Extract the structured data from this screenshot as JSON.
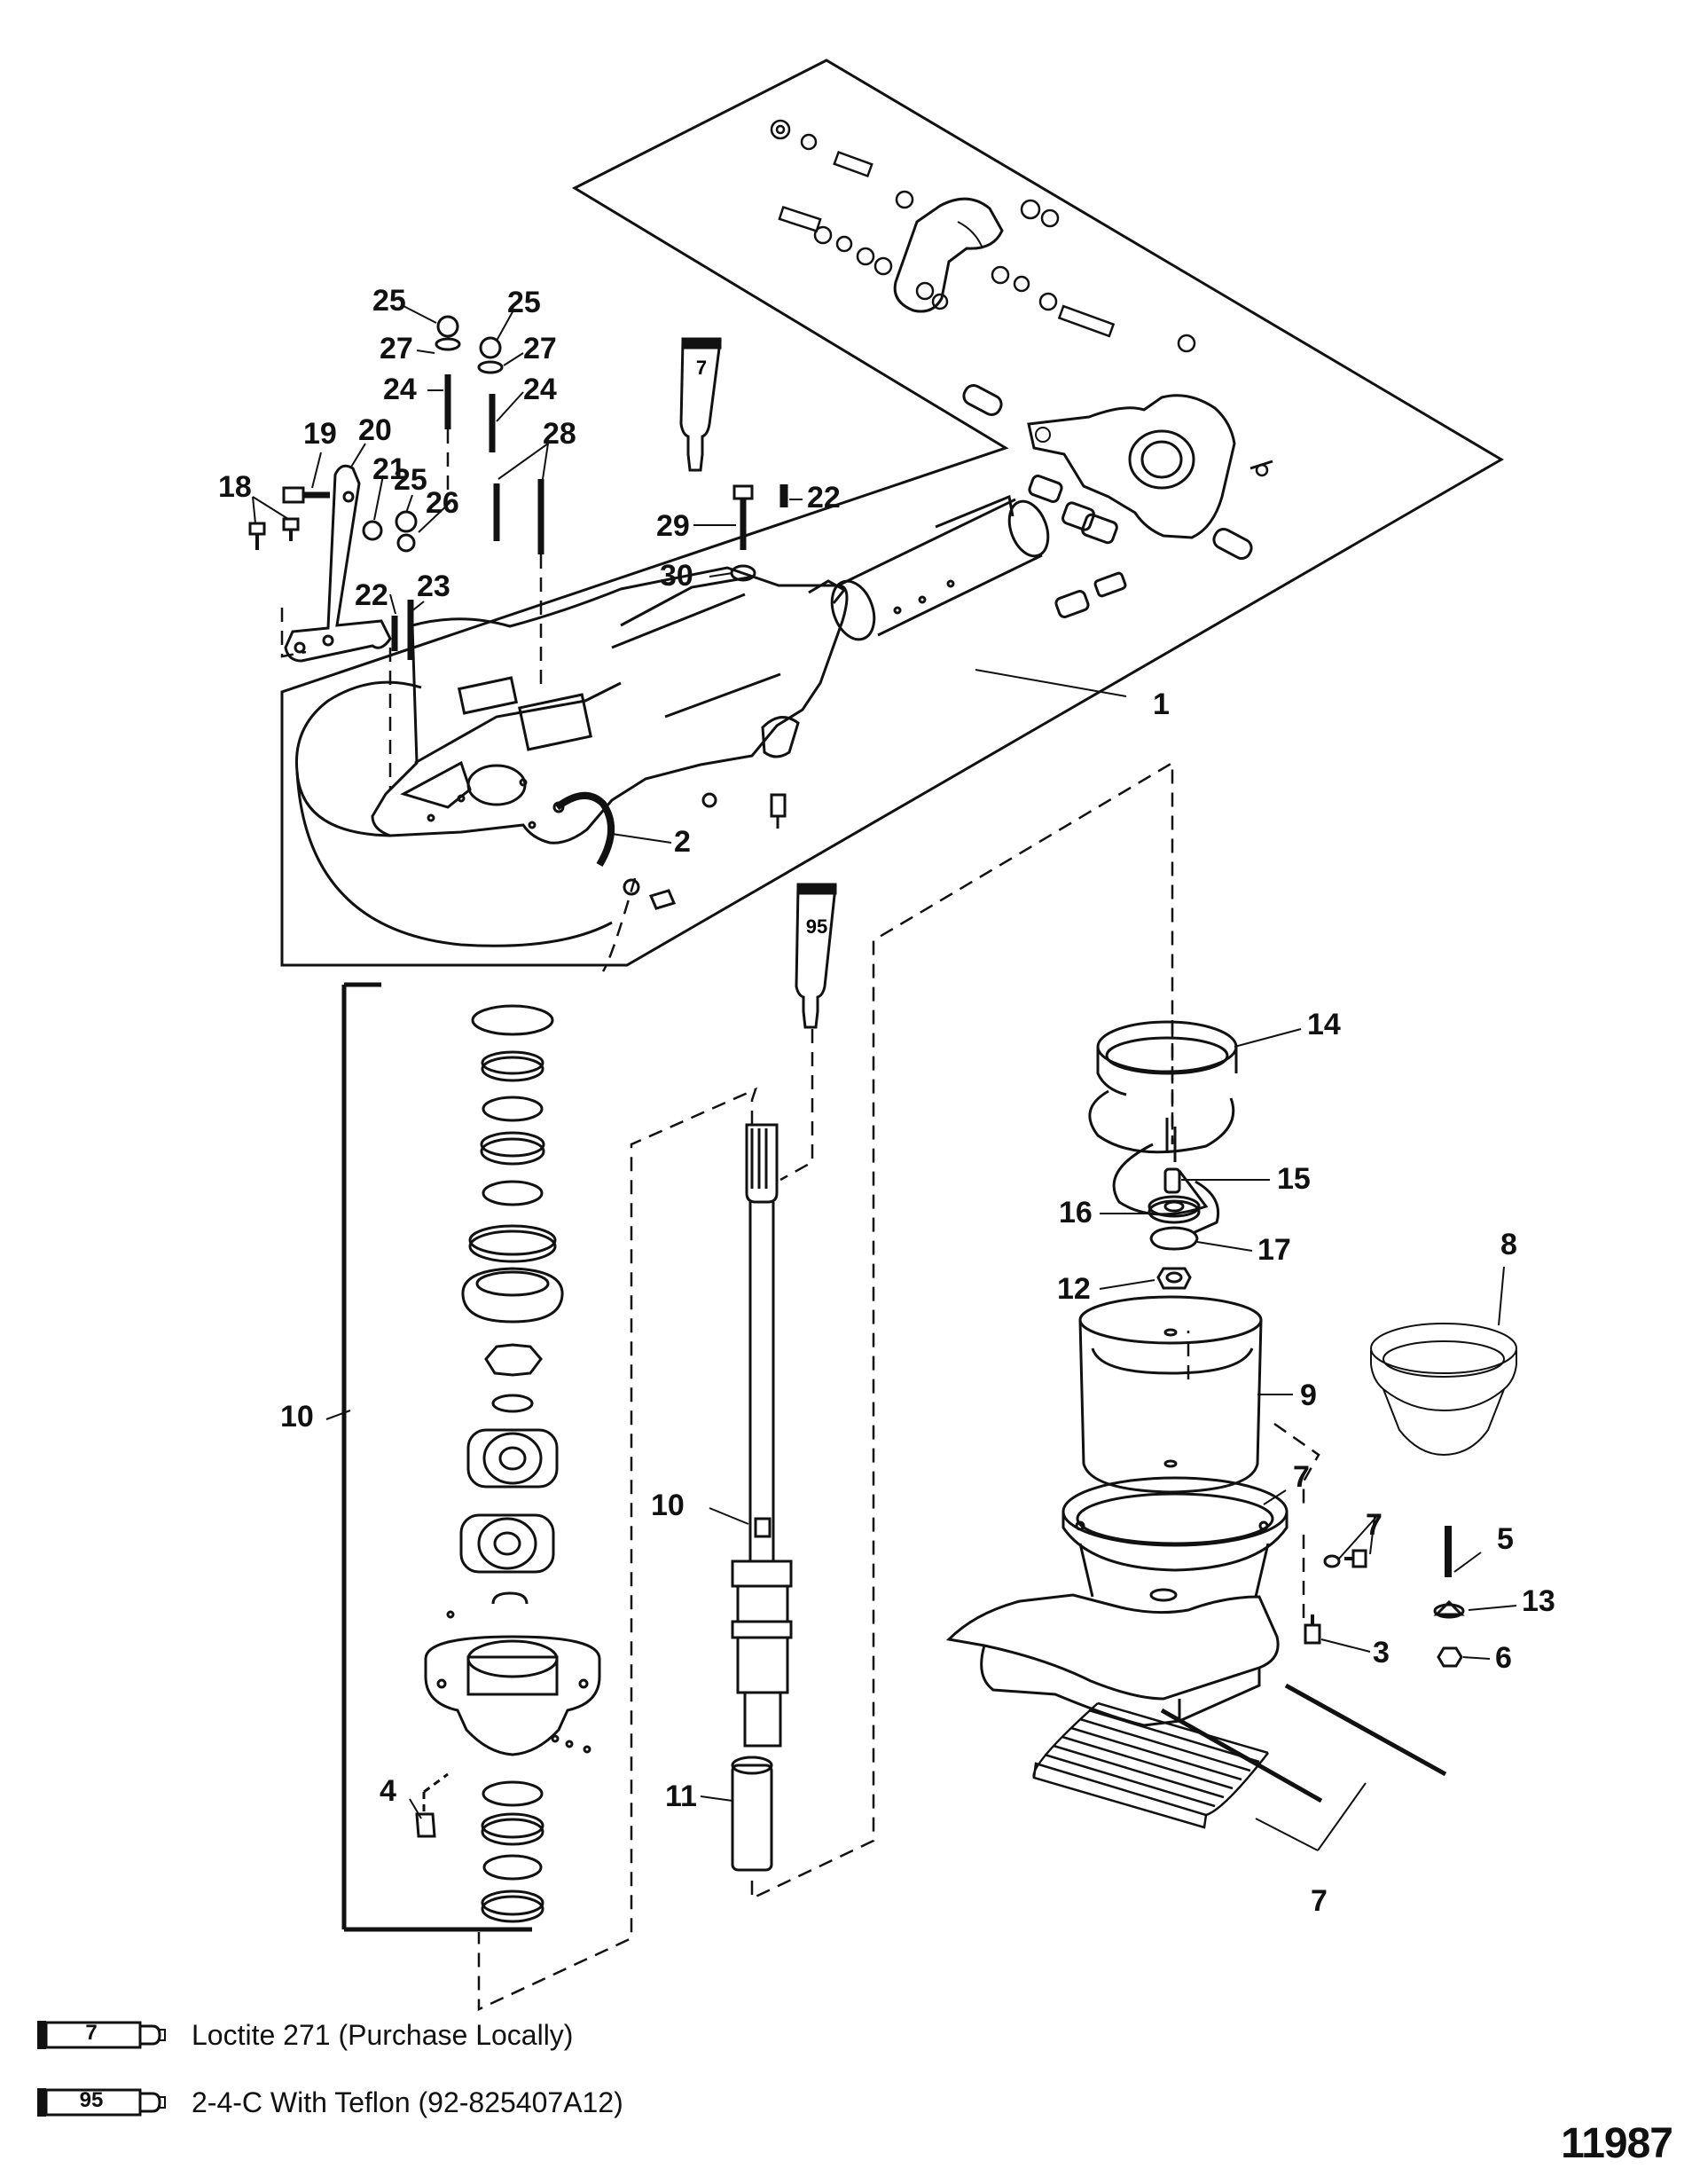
{
  "callouts": [
    {
      "id": "1",
      "label": "1"
    },
    {
      "id": "2",
      "label": "2"
    },
    {
      "id": "3",
      "label": "3"
    },
    {
      "id": "4",
      "label": "4"
    },
    {
      "id": "5",
      "label": "5"
    },
    {
      "id": "6",
      "label": "6"
    },
    {
      "id": "7a",
      "label": "7"
    },
    {
      "id": "7b",
      "label": "7"
    },
    {
      "id": "7c",
      "label": "7"
    },
    {
      "id": "7d",
      "label": "7"
    },
    {
      "id": "8",
      "label": "8"
    },
    {
      "id": "9",
      "label": "9"
    },
    {
      "id": "10a",
      "label": "10"
    },
    {
      "id": "10b",
      "label": "10"
    },
    {
      "id": "11",
      "label": "11"
    },
    {
      "id": "12",
      "label": "12"
    },
    {
      "id": "13",
      "label": "13"
    },
    {
      "id": "14",
      "label": "14"
    },
    {
      "id": "15",
      "label": "15"
    },
    {
      "id": "16",
      "label": "16"
    },
    {
      "id": "17",
      "label": "17"
    },
    {
      "id": "18",
      "label": "18"
    },
    {
      "id": "19",
      "label": "19"
    },
    {
      "id": "20",
      "label": "20"
    },
    {
      "id": "21",
      "label": "21"
    },
    {
      "id": "22a",
      "label": "22"
    },
    {
      "id": "22b",
      "label": "22"
    },
    {
      "id": "23",
      "label": "23"
    },
    {
      "id": "24a",
      "label": "24"
    },
    {
      "id": "24b",
      "label": "24"
    },
    {
      "id": "25a",
      "label": "25"
    },
    {
      "id": "25b",
      "label": "25"
    },
    {
      "id": "25c",
      "label": "25"
    },
    {
      "id": "26",
      "label": "26"
    },
    {
      "id": "27a",
      "label": "27"
    },
    {
      "id": "27b",
      "label": "27"
    },
    {
      "id": "28",
      "label": "28"
    },
    {
      "id": "29",
      "label": "29"
    },
    {
      "id": "30",
      "label": "30"
    }
  ],
  "tube_labels": {
    "loctite": "7",
    "grease": "95"
  },
  "legend": [
    {
      "tube": "7",
      "text": "Loctite 271 (Purchase Locally)"
    },
    {
      "tube": "95",
      "text": "2-4-C  With Teflon (92-825407A12)"
    }
  ],
  "figure_number": "11987"
}
